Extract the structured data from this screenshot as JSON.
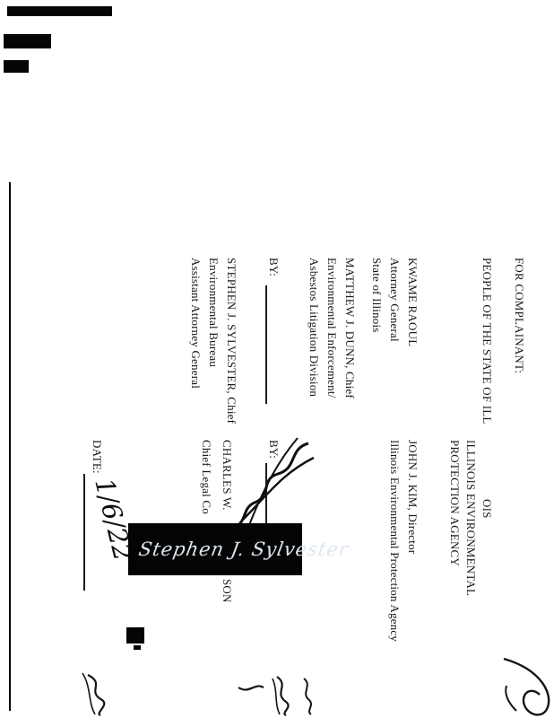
{
  "page": {
    "background": "#ffffff"
  },
  "colors": {
    "ink": "#1a1a1a",
    "signature_bg": "#040404",
    "signature_ink": "#dfe6f2"
  },
  "document": {
    "heading": "FOR COMPLAINANT:",
    "caption": {
      "people_left": "PEOPLE OF THE STATE OF ILL",
      "people_right_fragment": "OIS",
      "agency_line1": "ILLINOIS ENVIRONMENTAL",
      "agency_line2": "PROTECTION AGENCY"
    },
    "left_block": {
      "name1": "KWAME RAOUL",
      "name2": "Attorney General",
      "name3": "State of Illinois",
      "chief1": "MATTHEW J. DUNN, Chief",
      "chief2": "Environmental Enforcement/",
      "chief3": "Asbestos Litigation Division",
      "by_label": "BY:",
      "signer1": "STEPHEN J. SYLVESTER, Chief",
      "signer2": "Environmental Bureau",
      "signer3": "Assistant Attorney General"
    },
    "right_block": {
      "director1": "JOHN J. KIM, Director",
      "director2": "Illinois Environmental Protection Agency",
      "by_label": "BY:",
      "signer_first": "CHARLES W.",
      "signer_last_fragment": "SON",
      "signer_title": "Chief Legal Co",
      "date_label": "DATE:",
      "date_value": "1/6/22"
    },
    "signature_overlay": {
      "name": "Stephen J. Sylvester"
    }
  }
}
